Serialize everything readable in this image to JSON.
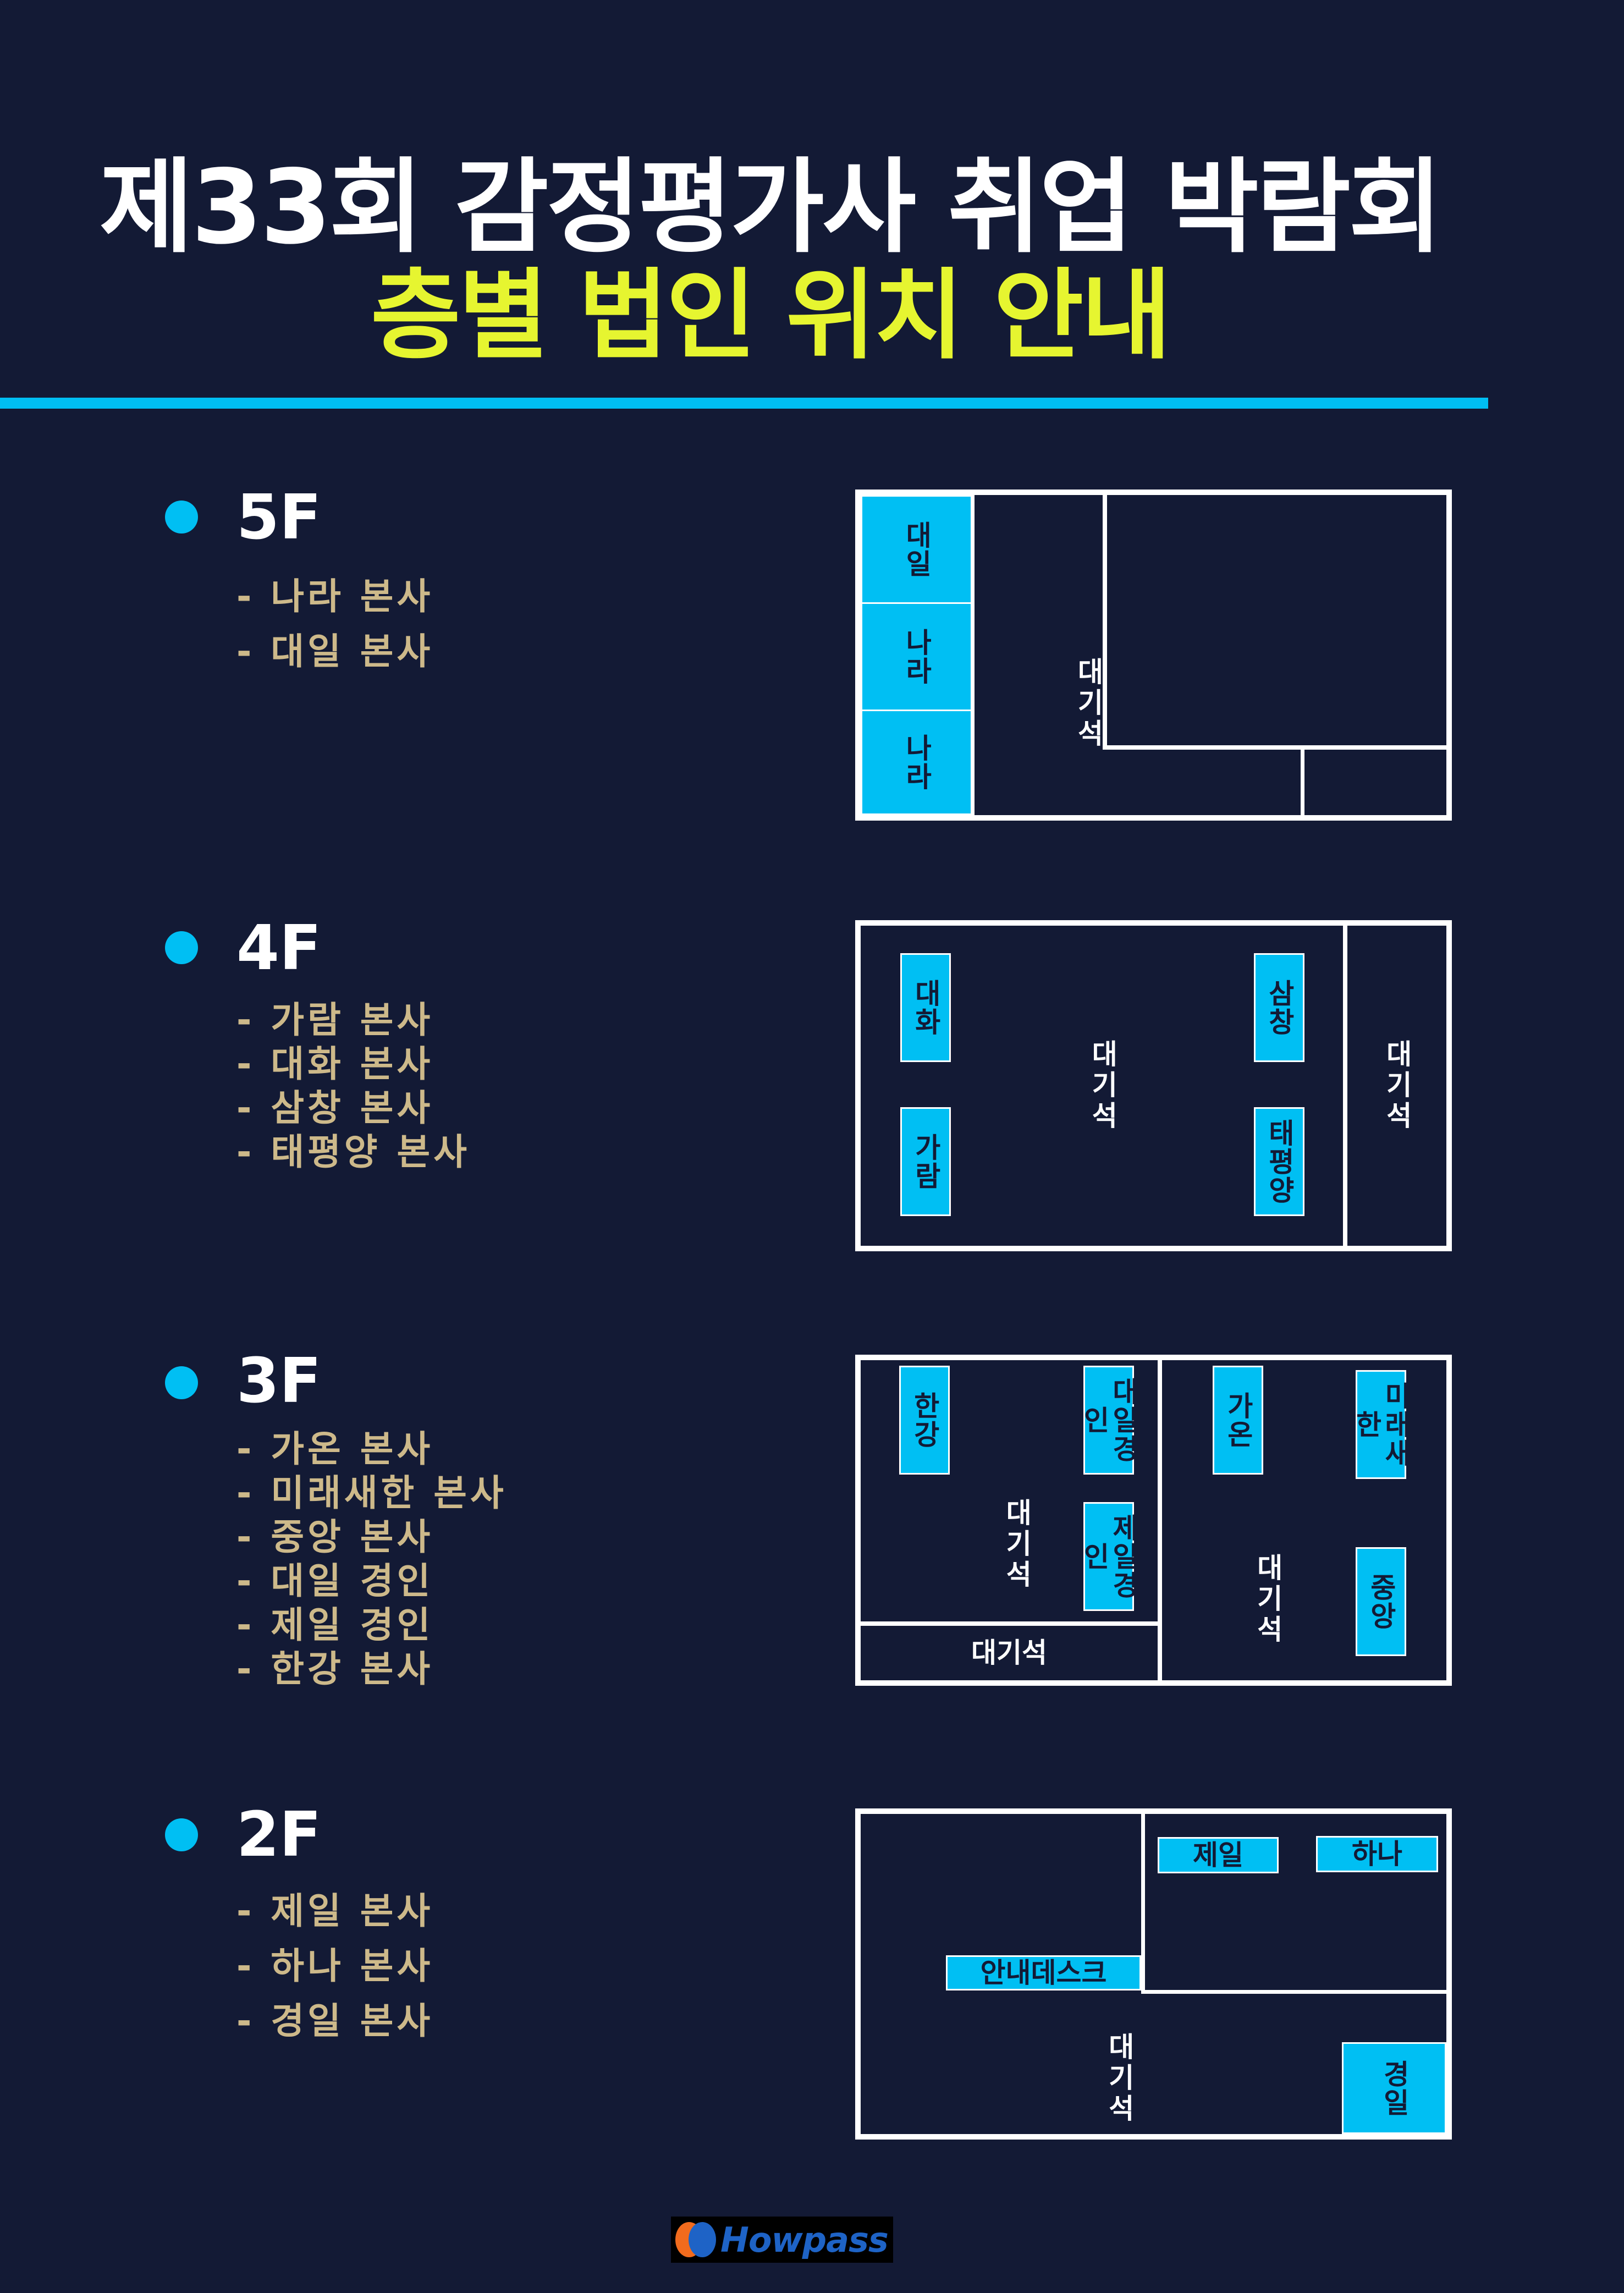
{
  "title": {
    "line1": "제33회 감정평가사 취업 박람회",
    "line2": "층별 법인 위치 안내"
  },
  "colors": {
    "background": "#131a35",
    "accent": "#00bff3",
    "subtitle": "#e6f530",
    "list_text": "#cdb98a"
  },
  "floors": [
    {
      "label": "5F",
      "companies": [
        "- 나라 본사",
        "- 대일 본사"
      ],
      "map": {
        "booths": [
          "대일",
          "나라",
          "나라"
        ],
        "waiting": [
          "대기석"
        ]
      }
    },
    {
      "label": "4F",
      "companies": [
        "- 가람 본사",
        "- 대화 본사",
        "- 삼창 본사",
        "- 태평양 본사"
      ],
      "map": {
        "booths": [
          "대화",
          "가람",
          "삼창",
          "태평양"
        ],
        "waiting": [
          "대기석",
          "대기석"
        ]
      }
    },
    {
      "label": "3F",
      "companies": [
        "- 가온 본사",
        "- 미래새한 본사",
        "- 중앙 본사",
        "- 대일 경인",
        "- 제일 경인",
        "- 한강 본사"
      ],
      "map": {
        "booths": [
          "한강",
          "대일경인",
          "제일경인",
          "가온",
          "미래새한",
          "중앙"
        ],
        "waiting": [
          "대기석",
          "대기석",
          "대기석"
        ]
      }
    },
    {
      "label": "2F",
      "companies": [
        "- 제일 본사",
        "- 하나 본사",
        "- 경일 본사"
      ],
      "map": {
        "booths": [
          "제일",
          "하나",
          "안내데스크",
          "경일"
        ],
        "waiting": [
          "대기석"
        ]
      }
    }
  ],
  "logo": {
    "text": "Howpass",
    "icon": "howpass-logo-icon"
  }
}
